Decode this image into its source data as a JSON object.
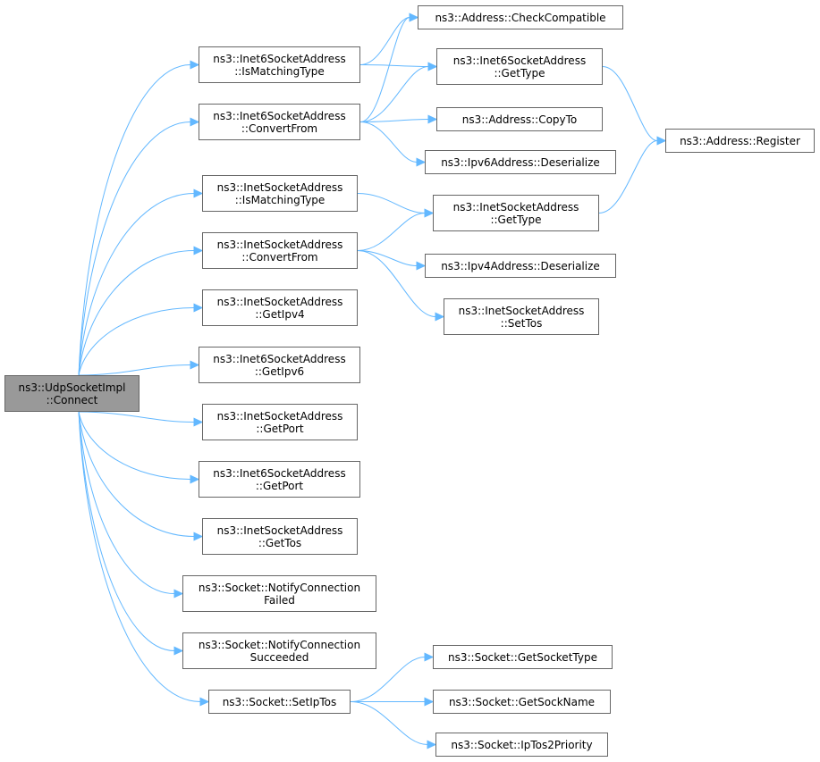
{
  "nodes": {
    "udp_connect": [
      "ns3::UdpSocketImpl",
      "::Connect"
    ],
    "i6_ismatching": [
      "ns3::Inet6SocketAddress",
      "::IsMatchingType"
    ],
    "i6_convertfrom": [
      "ns3::Inet6SocketAddress",
      "::ConvertFrom"
    ],
    "i4_ismatching": [
      "ns3::InetSocketAddress",
      "::IsMatchingType"
    ],
    "i4_convertfrom": [
      "ns3::InetSocketAddress",
      "::ConvertFrom"
    ],
    "i4_getipv4": [
      "ns3::InetSocketAddress",
      "::GetIpv4"
    ],
    "i6_getipv6": [
      "ns3::Inet6SocketAddress",
      "::GetIpv6"
    ],
    "i4_getport": [
      "ns3::InetSocketAddress",
      "::GetPort"
    ],
    "i6_getport": [
      "ns3::Inet6SocketAddress",
      "::GetPort"
    ],
    "i4_gettos": [
      "ns3::InetSocketAddress",
      "::GetTos"
    ],
    "notify_failed": [
      "ns3::Socket::NotifyConnection",
      "Failed"
    ],
    "notify_succeeded": [
      "ns3::Socket::NotifyConnection",
      "Succeeded"
    ],
    "setiptos": [
      "ns3::Socket::SetIpTos"
    ],
    "addr_checkcompat": [
      "ns3::Address::CheckCompatible"
    ],
    "i6_gettype": [
      "ns3::Inet6SocketAddress",
      "::GetType"
    ],
    "addr_copyto": [
      "ns3::Address::CopyTo"
    ],
    "ipv6_deserialize": [
      "ns3::Ipv6Address::Deserialize"
    ],
    "i4_gettype": [
      "ns3::InetSocketAddress",
      "::GetType"
    ],
    "ipv4_deserialize": [
      "ns3::Ipv4Address::Deserialize"
    ],
    "i4_settos": [
      "ns3::InetSocketAddress",
      "::SetTos"
    ],
    "addr_register": [
      "ns3::Address::Register"
    ],
    "getsockettype": [
      "ns3::Socket::GetSocketType"
    ],
    "getsockname": [
      "ns3::Socket::GetSockName"
    ],
    "iptos2priority": [
      "ns3::Socket::IpTos2Priority"
    ]
  },
  "edges": [
    [
      "udp_connect",
      "i6_ismatching"
    ],
    [
      "udp_connect",
      "i6_convertfrom"
    ],
    [
      "udp_connect",
      "i4_ismatching"
    ],
    [
      "udp_connect",
      "i4_convertfrom"
    ],
    [
      "udp_connect",
      "i4_getipv4"
    ],
    [
      "udp_connect",
      "i6_getipv6"
    ],
    [
      "udp_connect",
      "i4_getport"
    ],
    [
      "udp_connect",
      "i6_getport"
    ],
    [
      "udp_connect",
      "i4_gettos"
    ],
    [
      "udp_connect",
      "notify_failed"
    ],
    [
      "udp_connect",
      "notify_succeeded"
    ],
    [
      "udp_connect",
      "setiptos"
    ],
    [
      "i6_ismatching",
      "addr_checkcompat"
    ],
    [
      "i6_ismatching",
      "i6_gettype"
    ],
    [
      "i6_convertfrom",
      "addr_checkcompat"
    ],
    [
      "i6_convertfrom",
      "i6_gettype"
    ],
    [
      "i6_convertfrom",
      "addr_copyto"
    ],
    [
      "i6_convertfrom",
      "ipv6_deserialize"
    ],
    [
      "i6_gettype",
      "addr_register"
    ],
    [
      "i4_ismatching",
      "i4_gettype"
    ],
    [
      "i4_convertfrom",
      "i4_gettype"
    ],
    [
      "i4_convertfrom",
      "ipv4_deserialize"
    ],
    [
      "i4_convertfrom",
      "i4_settos"
    ],
    [
      "i4_gettype",
      "addr_register"
    ],
    [
      "setiptos",
      "getsockettype"
    ],
    [
      "setiptos",
      "getsockname"
    ],
    [
      "setiptos",
      "iptos2priority"
    ]
  ],
  "colors": {
    "edge": "#63b8ff",
    "node_border": "#666666",
    "root_fill": "#999999"
  }
}
